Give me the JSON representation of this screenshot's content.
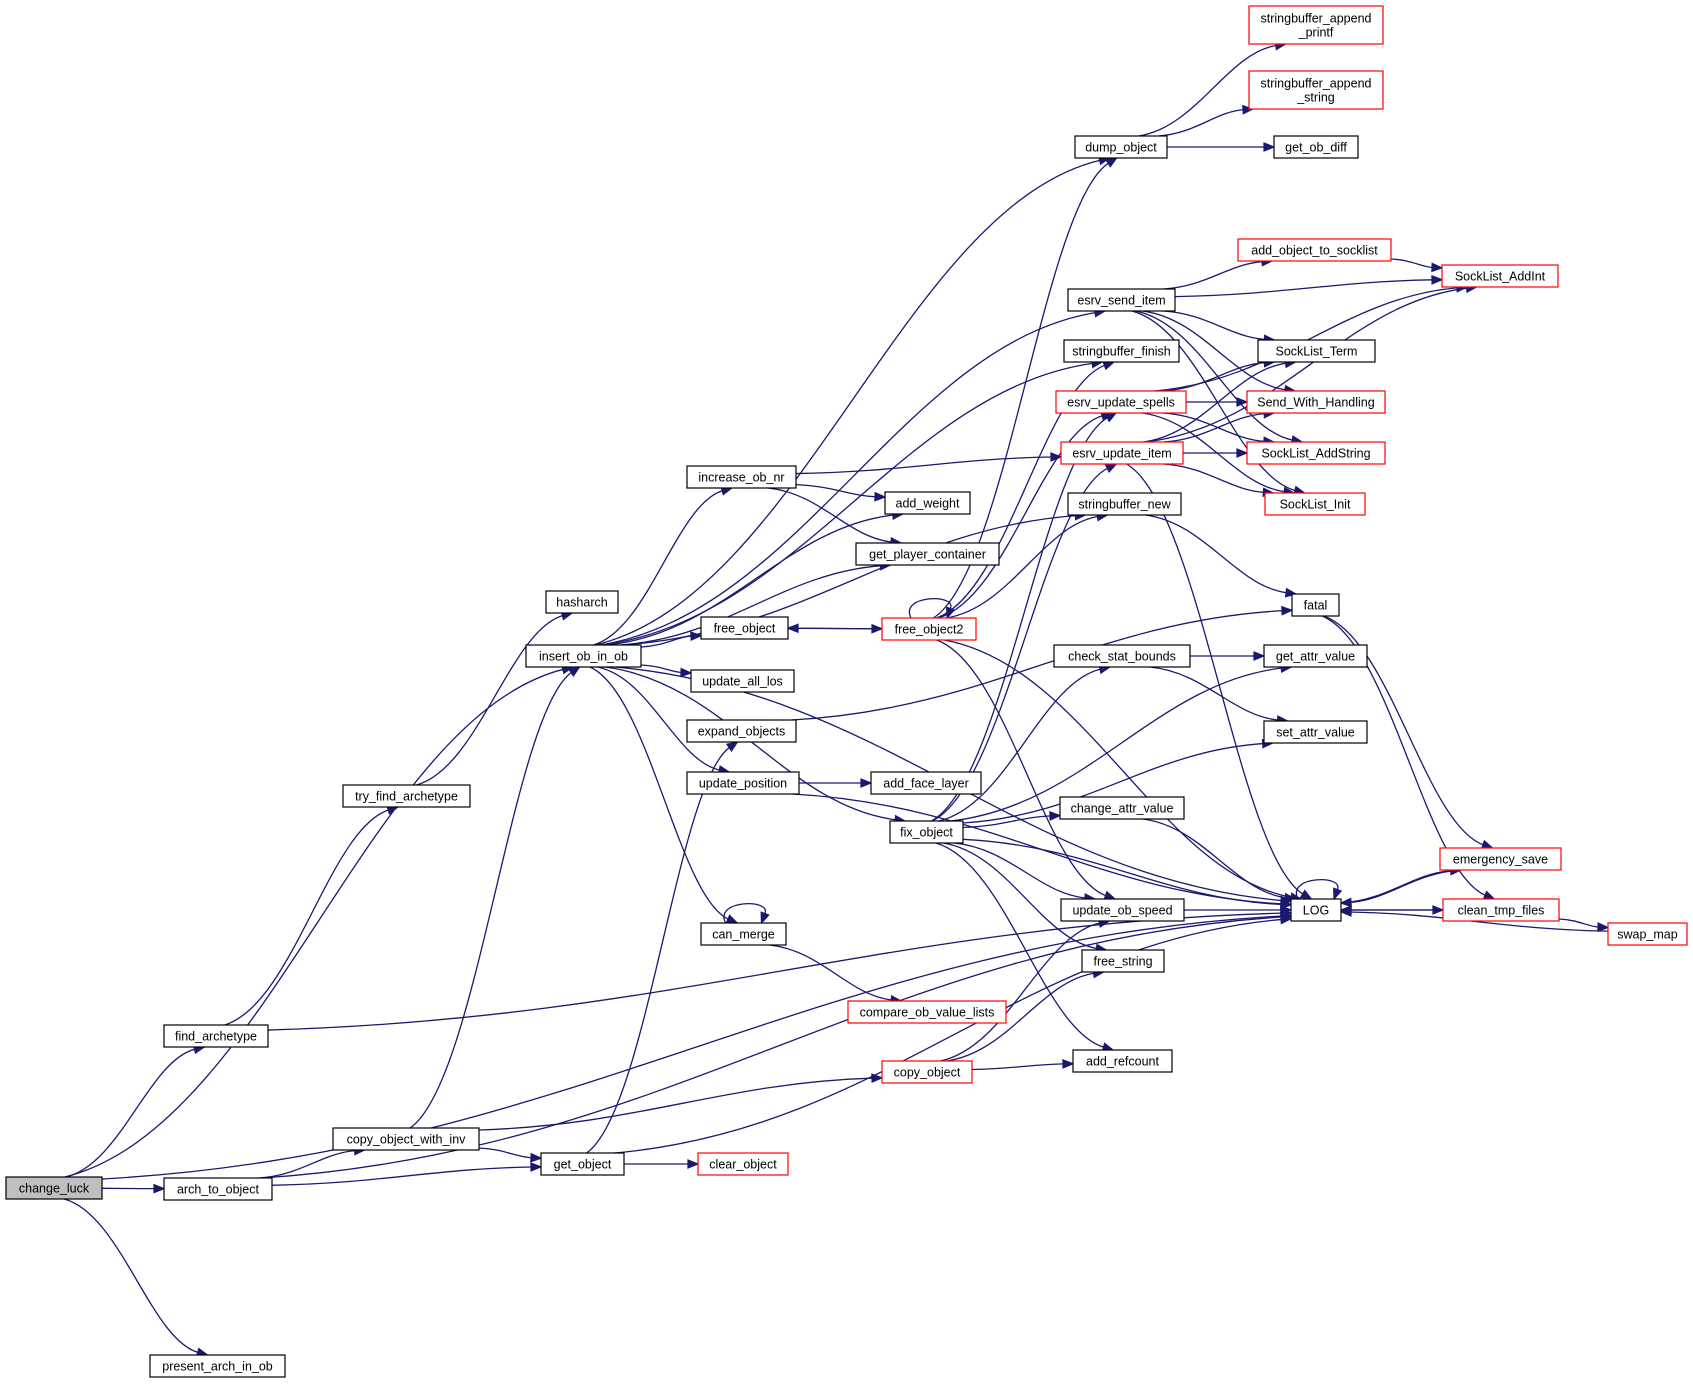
{
  "diagram": {
    "title": "change_luck call graph",
    "colors": {
      "edge": "#191970",
      "node_border": "#000000",
      "node_border_truncated": "#ff0000",
      "root_fill": "#bfbfbf",
      "node_fill": "#ffffff"
    },
    "nodes": [
      {
        "id": "change_luck",
        "lines": [
          "change_luck"
        ],
        "style": "root"
      },
      {
        "id": "find_archetype",
        "lines": [
          "find_archetype"
        ],
        "style": "normal"
      },
      {
        "id": "arch_to_object",
        "lines": [
          "arch_to_object"
        ],
        "style": "normal"
      },
      {
        "id": "present_arch_in_ob",
        "lines": [
          "present_arch_in_ob"
        ],
        "style": "normal"
      },
      {
        "id": "try_find_archetype",
        "lines": [
          "try_find_archetype"
        ],
        "style": "normal"
      },
      {
        "id": "copy_object_with_inv",
        "lines": [
          "copy_object_with_inv"
        ],
        "style": "normal"
      },
      {
        "id": "hasharch",
        "lines": [
          "hasharch"
        ],
        "style": "normal"
      },
      {
        "id": "insert_ob_in_ob",
        "lines": [
          "insert_ob_in_ob"
        ],
        "style": "normal"
      },
      {
        "id": "get_object",
        "lines": [
          "get_object"
        ],
        "style": "normal"
      },
      {
        "id": "increase_ob_nr",
        "lines": [
          "increase_ob_nr"
        ],
        "style": "normal"
      },
      {
        "id": "free_object",
        "lines": [
          "free_object"
        ],
        "style": "normal"
      },
      {
        "id": "update_all_los",
        "lines": [
          "update_all_los"
        ],
        "style": "normal"
      },
      {
        "id": "expand_objects",
        "lines": [
          "expand_objects"
        ],
        "style": "normal"
      },
      {
        "id": "update_position",
        "lines": [
          "update_position"
        ],
        "style": "normal"
      },
      {
        "id": "can_merge",
        "lines": [
          "can_merge"
        ],
        "style": "normal"
      },
      {
        "id": "clear_object",
        "lines": [
          "clear_object"
        ],
        "style": "truncated"
      },
      {
        "id": "add_weight",
        "lines": [
          "add_weight"
        ],
        "style": "normal"
      },
      {
        "id": "get_player_container",
        "lines": [
          "get_player_container"
        ],
        "style": "normal"
      },
      {
        "id": "free_object2",
        "lines": [
          "free_object2"
        ],
        "style": "truncated"
      },
      {
        "id": "add_face_layer",
        "lines": [
          "add_face_layer"
        ],
        "style": "normal"
      },
      {
        "id": "fix_object",
        "lines": [
          "fix_object"
        ],
        "style": "normal"
      },
      {
        "id": "compare_ob_value_lists",
        "lines": [
          "compare_ob_value_lists"
        ],
        "style": "truncated"
      },
      {
        "id": "copy_object",
        "lines": [
          "copy_object"
        ],
        "style": "truncated"
      },
      {
        "id": "dump_object",
        "lines": [
          "dump_object"
        ],
        "style": "normal"
      },
      {
        "id": "esrv_send_item",
        "lines": [
          "esrv_send_item"
        ],
        "style": "normal"
      },
      {
        "id": "stringbuffer_finish",
        "lines": [
          "stringbuffer_finish"
        ],
        "style": "normal"
      },
      {
        "id": "esrv_update_spells",
        "lines": [
          "esrv_update_spells"
        ],
        "style": "truncated"
      },
      {
        "id": "esrv_update_item",
        "lines": [
          "esrv_update_item"
        ],
        "style": "truncated"
      },
      {
        "id": "stringbuffer_new",
        "lines": [
          "stringbuffer_new"
        ],
        "style": "normal"
      },
      {
        "id": "check_stat_bounds",
        "lines": [
          "check_stat_bounds"
        ],
        "style": "normal"
      },
      {
        "id": "change_attr_value",
        "lines": [
          "change_attr_value"
        ],
        "style": "normal"
      },
      {
        "id": "update_ob_speed",
        "lines": [
          "update_ob_speed"
        ],
        "style": "normal"
      },
      {
        "id": "free_string",
        "lines": [
          "free_string"
        ],
        "style": "normal"
      },
      {
        "id": "add_refcount",
        "lines": [
          "add_refcount"
        ],
        "style": "normal"
      },
      {
        "id": "stringbuffer_append_printf",
        "lines": [
          "stringbuffer_append",
          "_printf"
        ],
        "style": "truncated"
      },
      {
        "id": "stringbuffer_append_string",
        "lines": [
          "stringbuffer_append",
          "_string"
        ],
        "style": "truncated"
      },
      {
        "id": "get_ob_diff",
        "lines": [
          "get_ob_diff"
        ],
        "style": "normal"
      },
      {
        "id": "add_object_to_socklist",
        "lines": [
          "add_object_to_socklist"
        ],
        "style": "truncated"
      },
      {
        "id": "SockList_Term",
        "lines": [
          "SockList_Term"
        ],
        "style": "normal"
      },
      {
        "id": "Send_With_Handling",
        "lines": [
          "Send_With_Handling"
        ],
        "style": "truncated"
      },
      {
        "id": "SockList_AddString",
        "lines": [
          "SockList_AddString"
        ],
        "style": "truncated"
      },
      {
        "id": "SockList_Init",
        "lines": [
          "SockList_Init"
        ],
        "style": "truncated"
      },
      {
        "id": "fatal",
        "lines": [
          "fatal"
        ],
        "style": "normal"
      },
      {
        "id": "get_attr_value",
        "lines": [
          "get_attr_value"
        ],
        "style": "normal"
      },
      {
        "id": "set_attr_value",
        "lines": [
          "set_attr_value"
        ],
        "style": "normal"
      },
      {
        "id": "LOG",
        "lines": [
          "LOG"
        ],
        "style": "normal"
      },
      {
        "id": "SockList_AddInt",
        "lines": [
          "SockList_AddInt"
        ],
        "style": "truncated"
      },
      {
        "id": "emergency_save",
        "lines": [
          "emergency_save"
        ],
        "style": "truncated"
      },
      {
        "id": "clean_tmp_files",
        "lines": [
          "clean_tmp_files"
        ],
        "style": "truncated"
      },
      {
        "id": "swap_map",
        "lines": [
          "swap_map"
        ],
        "style": "truncated"
      }
    ],
    "edges": [
      [
        "change_luck",
        "find_archetype"
      ],
      [
        "change_luck",
        "arch_to_object"
      ],
      [
        "change_luck",
        "present_arch_in_ob"
      ],
      [
        "change_luck",
        "insert_ob_in_ob"
      ],
      [
        "change_luck",
        "LOG"
      ],
      [
        "find_archetype",
        "try_find_archetype"
      ],
      [
        "find_archetype",
        "LOG"
      ],
      [
        "try_find_archetype",
        "hasharch"
      ],
      [
        "arch_to_object",
        "copy_object_with_inv"
      ],
      [
        "arch_to_object",
        "get_object"
      ],
      [
        "arch_to_object",
        "LOG"
      ],
      [
        "copy_object_with_inv",
        "insert_ob_in_ob"
      ],
      [
        "copy_object_with_inv",
        "get_object"
      ],
      [
        "copy_object_with_inv",
        "copy_object"
      ],
      [
        "get_object",
        "expand_objects"
      ],
      [
        "get_object",
        "clear_object"
      ],
      [
        "get_object",
        "LOG"
      ],
      [
        "insert_ob_in_ob",
        "dump_object"
      ],
      [
        "insert_ob_in_ob",
        "esrv_send_item"
      ],
      [
        "insert_ob_in_ob",
        "stringbuffer_finish"
      ],
      [
        "insert_ob_in_ob",
        "stringbuffer_new"
      ],
      [
        "insert_ob_in_ob",
        "increase_ob_nr"
      ],
      [
        "insert_ob_in_ob",
        "add_weight"
      ],
      [
        "insert_ob_in_ob",
        "get_player_container"
      ],
      [
        "insert_ob_in_ob",
        "free_object"
      ],
      [
        "insert_ob_in_ob",
        "update_all_los"
      ],
      [
        "insert_ob_in_ob",
        "update_position"
      ],
      [
        "insert_ob_in_ob",
        "fix_object"
      ],
      [
        "insert_ob_in_ob",
        "can_merge"
      ],
      [
        "insert_ob_in_ob",
        "LOG"
      ],
      [
        "increase_ob_nr",
        "esrv_update_item"
      ],
      [
        "increase_ob_nr",
        "add_weight"
      ],
      [
        "increase_ob_nr",
        "get_player_container"
      ],
      [
        "free_object",
        "free_object2"
      ],
      [
        "free_object2",
        "free_object"
      ],
      [
        "free_object2",
        "free_object2"
      ],
      [
        "free_object2",
        "dump_object"
      ],
      [
        "free_object2",
        "stringbuffer_finish"
      ],
      [
        "free_object2",
        "esrv_update_spells"
      ],
      [
        "free_object2",
        "stringbuffer_new"
      ],
      [
        "free_object2",
        "update_ob_speed"
      ],
      [
        "free_object2",
        "LOG"
      ],
      [
        "expand_objects",
        "fatal"
      ],
      [
        "update_position",
        "add_face_layer"
      ],
      [
        "update_position",
        "LOG"
      ],
      [
        "can_merge",
        "can_merge"
      ],
      [
        "can_merge",
        "compare_ob_value_lists"
      ],
      [
        "fix_object",
        "esrv_update_spells"
      ],
      [
        "fix_object",
        "esrv_update_item"
      ],
      [
        "fix_object",
        "get_attr_value"
      ],
      [
        "fix_object",
        "check_stat_bounds"
      ],
      [
        "fix_object",
        "set_attr_value"
      ],
      [
        "fix_object",
        "change_attr_value"
      ],
      [
        "fix_object",
        "update_ob_speed"
      ],
      [
        "fix_object",
        "free_string"
      ],
      [
        "fix_object",
        "add_refcount"
      ],
      [
        "fix_object",
        "LOG"
      ],
      [
        "copy_object",
        "update_ob_speed"
      ],
      [
        "copy_object",
        "free_string"
      ],
      [
        "copy_object",
        "add_refcount"
      ],
      [
        "dump_object",
        "stringbuffer_append_printf"
      ],
      [
        "dump_object",
        "stringbuffer_append_string"
      ],
      [
        "dump_object",
        "get_ob_diff"
      ],
      [
        "esrv_send_item",
        "add_object_to_socklist"
      ],
      [
        "esrv_send_item",
        "SockList_AddInt"
      ],
      [
        "esrv_send_item",
        "SockList_Term"
      ],
      [
        "esrv_send_item",
        "Send_With_Handling"
      ],
      [
        "esrv_send_item",
        "SockList_AddString"
      ],
      [
        "esrv_send_item",
        "SockList_Init"
      ],
      [
        "add_object_to_socklist",
        "SockList_AddInt"
      ],
      [
        "esrv_update_spells",
        "SockList_AddInt"
      ],
      [
        "esrv_update_spells",
        "SockList_Term"
      ],
      [
        "esrv_update_spells",
        "Send_With_Handling"
      ],
      [
        "esrv_update_spells",
        "SockList_AddString"
      ],
      [
        "esrv_update_spells",
        "SockList_Init"
      ],
      [
        "esrv_update_item",
        "SockList_Term"
      ],
      [
        "esrv_update_item",
        "Send_With_Handling"
      ],
      [
        "esrv_update_item",
        "SockList_AddString"
      ],
      [
        "esrv_update_item",
        "SockList_Init"
      ],
      [
        "esrv_update_item",
        "SockList_AddInt"
      ],
      [
        "esrv_update_item",
        "LOG"
      ],
      [
        "stringbuffer_new",
        "fatal"
      ],
      [
        "check_stat_bounds",
        "get_attr_value"
      ],
      [
        "check_stat_bounds",
        "set_attr_value"
      ],
      [
        "change_attr_value",
        "LOG"
      ],
      [
        "update_ob_speed",
        "LOG"
      ],
      [
        "fatal",
        "emergency_save"
      ],
      [
        "fatal",
        "clean_tmp_files"
      ],
      [
        "LOG",
        "LOG"
      ],
      [
        "LOG",
        "emergency_save"
      ],
      [
        "LOG",
        "clean_tmp_files"
      ],
      [
        "emergency_save",
        "LOG"
      ],
      [
        "clean_tmp_files",
        "LOG"
      ],
      [
        "clean_tmp_files",
        "swap_map"
      ],
      [
        "swap_map",
        "LOG"
      ]
    ]
  }
}
